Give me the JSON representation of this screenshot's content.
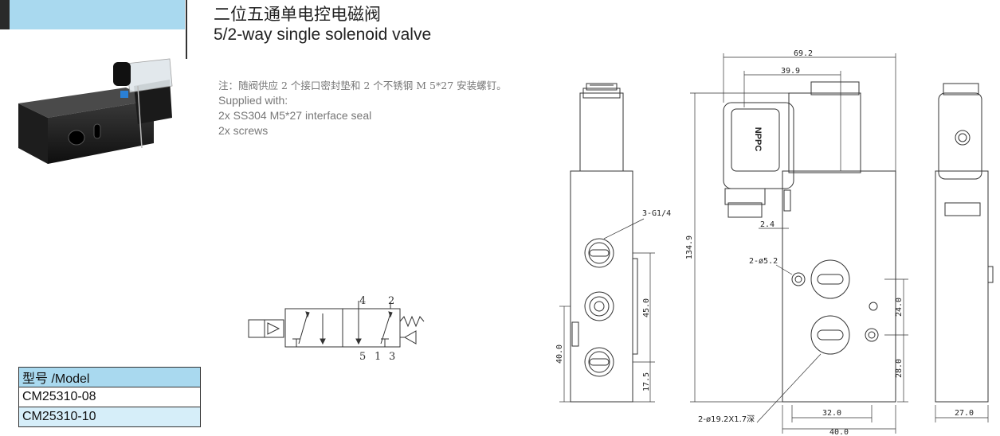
{
  "header": {
    "title_cn": "二位五通单电控电磁阀",
    "title_en": "5/2-way single solenoid valve"
  },
  "notes": {
    "line_cn": "注：随阀供应 2 个接口密封垫和 2 个不锈钢 M 5*27 安装螺钉。",
    "line1": "Supplied with:",
    "line2": "2x SS304 M5*27 interface seal",
    "line3": "2x screws"
  },
  "symbol": {
    "port_labels_top": [
      "4",
      "2"
    ],
    "port_labels_bottom": [
      "5",
      "1",
      "3"
    ]
  },
  "model_table": {
    "header": "型号 /Model",
    "rows": [
      "CM25310-08",
      "CM25310-10"
    ]
  },
  "drawing": {
    "brand": "NPPC",
    "dimensions": {
      "overall_width": "69.2",
      "inner_width": "39.9",
      "height": "134.9",
      "port_thread": "3-G1/4",
      "port_pitch": "45.0",
      "base_height": "40.0",
      "lower_offset": "17.5",
      "offset_small": "2.4",
      "mount_holes": "2-ø5.2",
      "upper_pitch": "24.0",
      "lower_pitch": "28.0",
      "seal_recess": "2-ø19.2X1.7深",
      "bottom_inner": "32.0",
      "bottom_outer": "40.0",
      "side_width": "27.0"
    }
  }
}
